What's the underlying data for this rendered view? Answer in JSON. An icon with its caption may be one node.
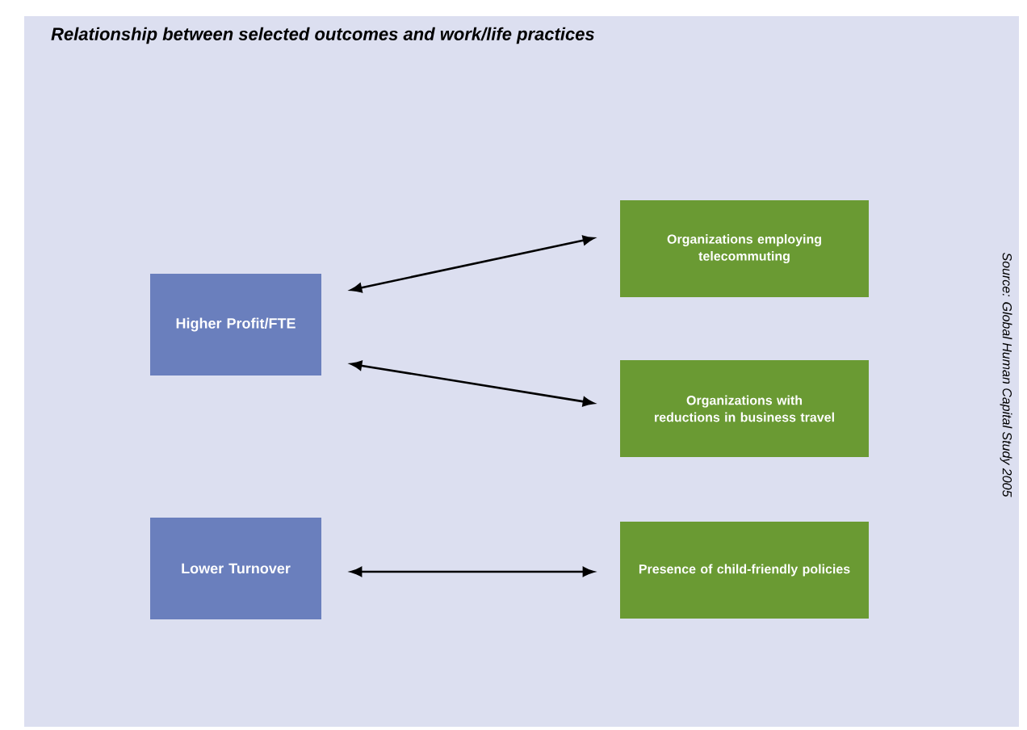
{
  "diagram": {
    "title": "Relationship between selected outcomes and work/life practices",
    "nodes": [
      {
        "text": [
          "Higher Profit/FTE"
        ]
      },
      {
        "text": [
          "Lower Turnover"
        ]
      },
      {
        "text": [
          "Organizations employing telecommuting"
        ]
      },
      {
        "text": [
          "Organizations with reductions in business travel"
        ]
      },
      {
        "text": [
          "Presence of child-friendly policies"
        ]
      }
    ],
    "edges": [
      {
        "from": 0,
        "to": 2,
        "arrow": "both"
      },
      {
        "from": 0,
        "to": 3,
        "arrow": "both"
      },
      {
        "from": 1,
        "to": 4,
        "arrow": "both"
      }
    ],
    "labels": [
      "Source: Global Human Capital Study 2005"
    ]
  }
}
